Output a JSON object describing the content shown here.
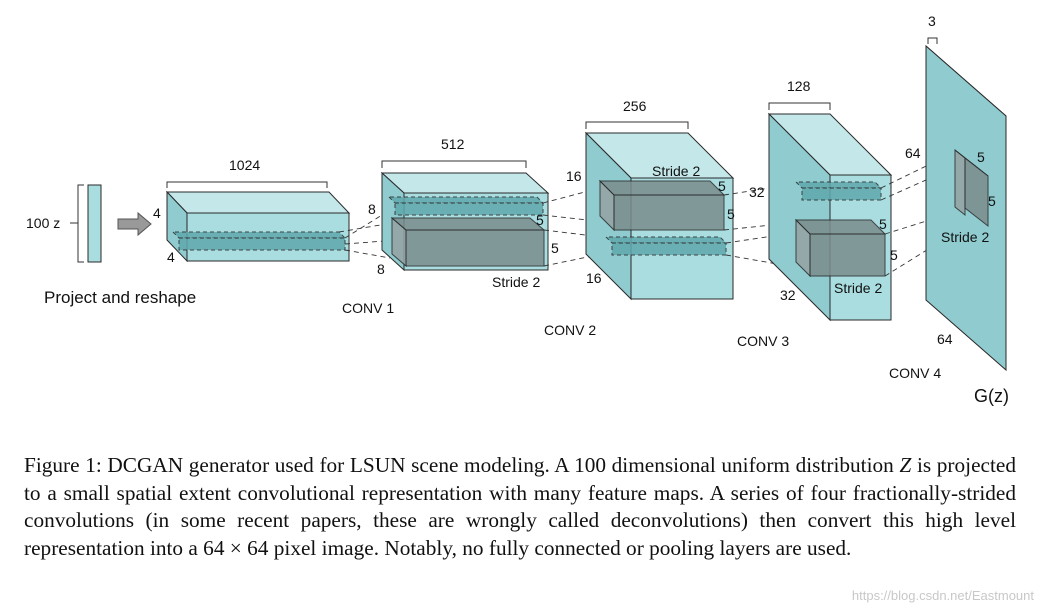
{
  "diagram": {
    "input_label": "100 z",
    "project_label": "Project and reshape",
    "block0": {
      "width": "1024",
      "height": "4",
      "depth": "4"
    },
    "conv1": {
      "name": "CONV 1",
      "width": "512",
      "height": "8",
      "depth": "8",
      "k1": "5",
      "k2": "5",
      "stride": "Stride 2"
    },
    "conv2": {
      "name": "CONV 2",
      "width": "256",
      "height": "16",
      "depth": "16",
      "k1": "5",
      "k2": "5",
      "stride": "Stride 2"
    },
    "conv3": {
      "name": "CONV 3",
      "width": "128",
      "height": "32",
      "depth": "32",
      "k1": "5",
      "k2": "5",
      "stride": "Stride 2"
    },
    "conv4": {
      "name": "CONV 4",
      "width": "3",
      "height": "64",
      "depth": "64",
      "k1": "5",
      "k2": "5",
      "stride": "Stride 2"
    },
    "output_label": "G(z)",
    "colors": {
      "block_face": "#aadde0",
      "block_side": "#8fcbcf",
      "kernel": "#7a8c8c",
      "edge": "#2a2a2a"
    }
  },
  "caption": {
    "lead": "Figure 1: DCGAN generator used for LSUN scene modeling. A 100 dimensional uniform distribution",
    "var": "Z",
    "rest": "is projected to a small spatial extent convolutional representation with many feature maps. A series of four fractionally-strided convolutions (in some recent papers, these are wrongly called deconvolutions) then convert this high level representation into a 64 × 64 pixel image. Notably, no fully connected or pooling layers are used."
  },
  "watermark": "https://blog.csdn.net/Eastmount"
}
